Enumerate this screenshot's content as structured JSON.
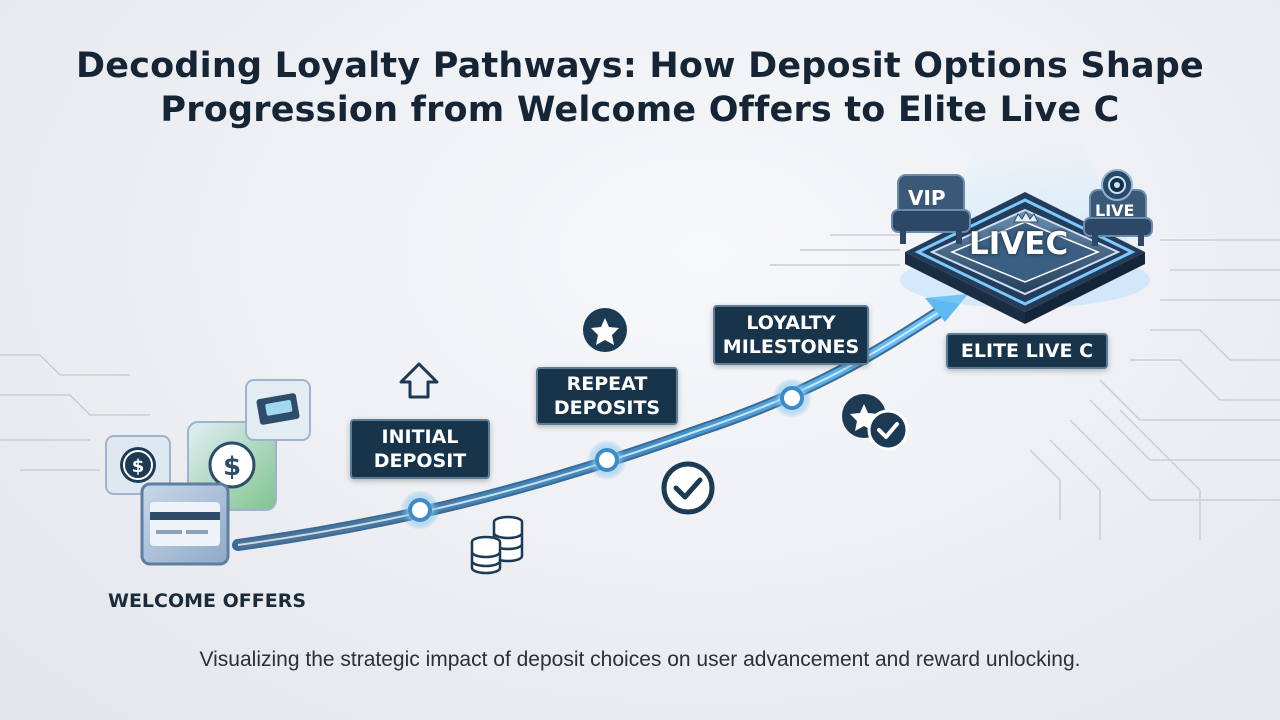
{
  "title_line1": "Decoding Loyalty Pathways: How Deposit Options Shape",
  "title_line2": "Progression from Welcome Offers to Elite Live C",
  "subtitle": "Visualizing the strategic impact of deposit choices on user advancement and reward unlocking.",
  "stages": {
    "welcome": "WELCOME OFFERS",
    "initial_line1": "INITIAL",
    "initial_line2": "DEPOSIT",
    "repeat_line1": "REPEAT",
    "repeat_line2": "DEPOSITS",
    "loyalty_line1": "LOYALTY",
    "loyalty_line2": "MILESTONES",
    "elite": "ELITE LIVE C"
  },
  "badges": {
    "vip": "VIP",
    "live": "LIVE",
    "platform": "LIVEC"
  },
  "colors": {
    "accent": "#4aa3df",
    "box_fill": "#17344a",
    "glow": "#8fd3ff"
  }
}
